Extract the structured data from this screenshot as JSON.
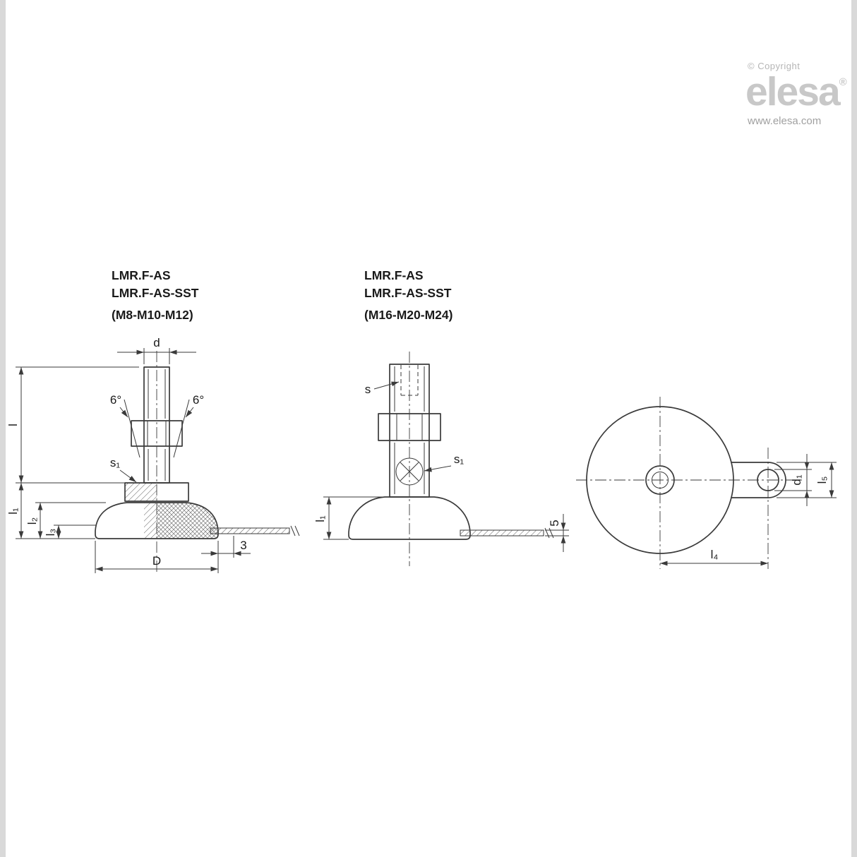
{
  "branding": {
    "copyright": "© Copyright",
    "logo_text": "elesa",
    "registered_mark": "®",
    "website": "www.elesa.com",
    "logo_color": "#c8c8c8",
    "text_color": "#a0a0a0"
  },
  "colors": {
    "line": "#3a3a3a",
    "label": "#1a1a1a",
    "background": "#ffffff"
  },
  "figures": {
    "left": {
      "title": [
        "LMR.F-AS",
        "LMR.F-AS-SST",
        "(M8-M10-M12)"
      ],
      "labels": {
        "d": "d",
        "angle_left": "6°",
        "angle_right": "6°",
        "l": "l",
        "l1": "l₁",
        "l2": "l₂",
        "l3": "l₃",
        "s1": "s₁",
        "D": "D",
        "offset3": "3"
      }
    },
    "middle": {
      "title": [
        "LMR.F-AS",
        "LMR.F-AS-SST",
        "(M16-M20-M24)"
      ],
      "labels": {
        "s": "s",
        "s1": "s₁",
        "l1": "l₁",
        "five": "5"
      }
    },
    "right": {
      "labels": {
        "d1": "d₁",
        "l5": "l₅",
        "l4": "l₄"
      }
    }
  }
}
